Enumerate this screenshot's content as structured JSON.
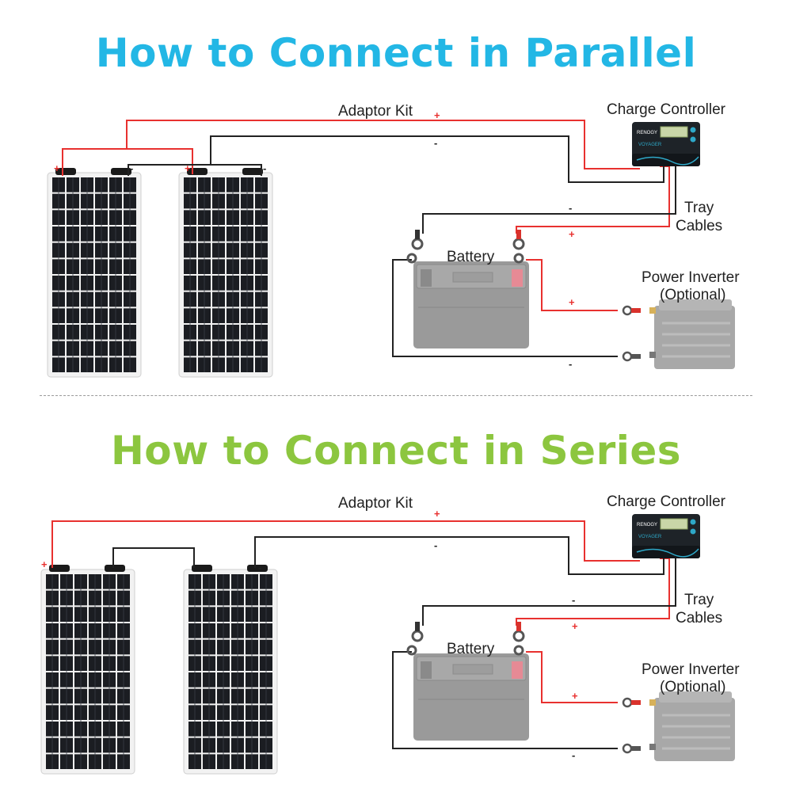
{
  "parallel": {
    "title": "How to Connect in Parallel",
    "adaptor_label": "Adaptor Kit",
    "controller_label": "Charge Controller",
    "tray_label_line1": "Tray",
    "tray_label_line2": "Cables",
    "battery_label": "Battery",
    "inverter_label_line1": "Power Inverter",
    "inverter_label_line2": "(Optional)",
    "plus": "+",
    "minus": "-",
    "controller_brand": "RENOGY",
    "controller_model": "VOYAGER"
  },
  "series": {
    "title": "How to Connect in Series",
    "adaptor_label": "Adaptor Kit",
    "controller_label": "Charge Controller",
    "tray_label_line1": "Tray",
    "tray_label_line2": "Cables",
    "battery_label": "Battery",
    "inverter_label_line1": "Power Inverter",
    "inverter_label_line2": "(Optional)",
    "plus": "+",
    "minus": "-",
    "controller_brand": "RENOGY",
    "controller_model": "VOYAGER"
  },
  "colors": {
    "parallel_title": "#23b7e5",
    "series_title": "#8cc63f",
    "positive_wire": "#e8312f",
    "negative_wire": "#222222",
    "panel_cell": "#1b1d22",
    "controller_body": "#1e2328",
    "battery_body": "#9a9a9a",
    "inverter_body": "#a8a8a8"
  }
}
